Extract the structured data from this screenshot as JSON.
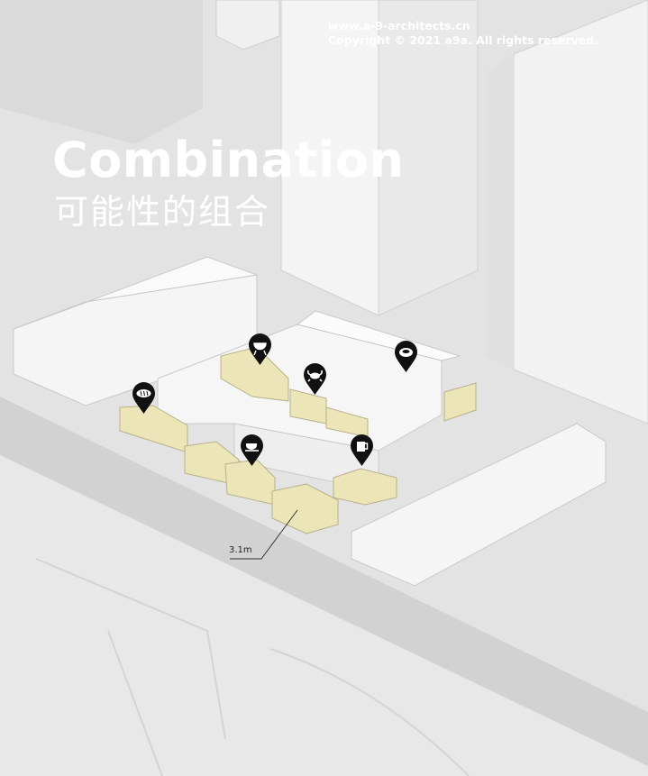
{
  "watermark": {
    "url": "www.a-9-architects.cn",
    "copyright": "Copyright © 2021 a9a. All rights reserved."
  },
  "title": {
    "en": "Combination",
    "cn": "可能性的组合"
  },
  "dimension": {
    "label": "3.1m"
  },
  "colors": {
    "background": "#e3e3e3",
    "building": "#f3f3f3",
    "kiosk": "#ece5b8",
    "pin": "#111111",
    "text": "#ffffff"
  },
  "pins": [
    {
      "icon": "grill-icon"
    },
    {
      "icon": "bread-icon"
    },
    {
      "icon": "crab-icon"
    },
    {
      "icon": "dish-icon"
    },
    {
      "icon": "coffee-icon"
    },
    {
      "icon": "beer-icon"
    }
  ]
}
